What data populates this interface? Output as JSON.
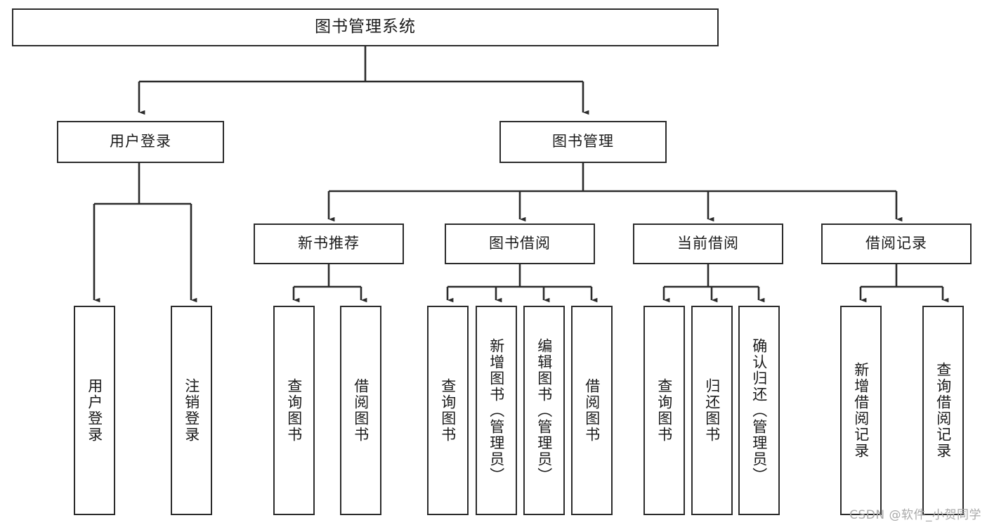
{
  "diagram": {
    "title": "图书管理系统",
    "watermark": "CSDN @软件_小贺同学",
    "stroke_color": "#2b2b2b",
    "fill_color": "#ffffff",
    "background": "#ffffff",
    "watermark_color": "#a9a9a9",
    "type": "tree-hierarchy"
  },
  "nodes": {
    "root": {
      "label": "图书管理系统"
    },
    "level1": [
      {
        "id": "user-login",
        "label": "用户登录"
      },
      {
        "id": "book-management",
        "label": "图书管理"
      }
    ],
    "level2": [
      {
        "id": "new-book-recommend",
        "label": "新书推荐"
      },
      {
        "id": "book-borrow",
        "label": "图书借阅"
      },
      {
        "id": "current-borrow",
        "label": "当前借阅"
      },
      {
        "id": "borrow-record",
        "label": "借阅记录"
      }
    ],
    "leaves": {
      "user_login": [
        {
          "id": "leaf-user-login",
          "label": "用户登录"
        },
        {
          "id": "leaf-logout-login",
          "label": "注销登录"
        }
      ],
      "new_book_recommend": [
        {
          "id": "leaf-query-book-1",
          "label": "查询图书"
        },
        {
          "id": "leaf-borrow-book-1",
          "label": "借阅图书"
        }
      ],
      "book_borrow": [
        {
          "id": "leaf-query-book-2",
          "label": "查询图书"
        },
        {
          "id": "leaf-add-book",
          "label": "新增图书（管理员）"
        },
        {
          "id": "leaf-edit-book",
          "label": "编辑图书（管理员）"
        },
        {
          "id": "leaf-borrow-book-2",
          "label": "借阅图书"
        }
      ],
      "current_borrow": [
        {
          "id": "leaf-query-book-3",
          "label": "查询图书"
        },
        {
          "id": "leaf-return-book",
          "label": "归还图书"
        },
        {
          "id": "leaf-confirm-return",
          "label": "确认归还（管理员）"
        }
      ],
      "borrow_record": [
        {
          "id": "leaf-add-record",
          "label": "新增借阅记录"
        },
        {
          "id": "leaf-query-record",
          "label": "查询借阅记录"
        }
      ]
    }
  }
}
